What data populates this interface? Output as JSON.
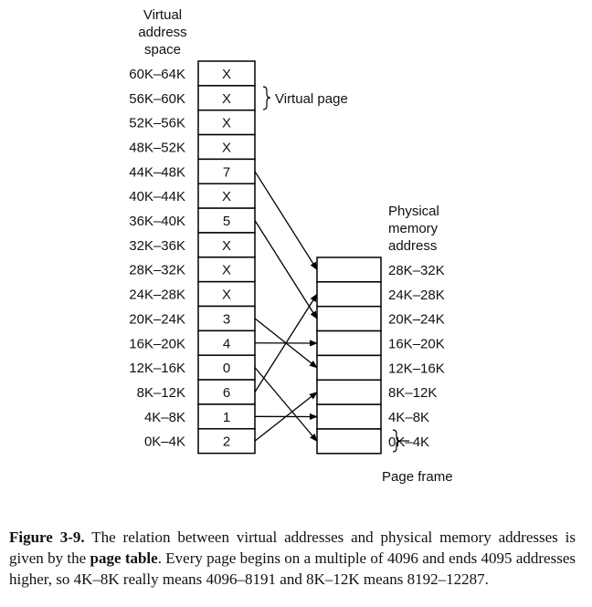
{
  "virtual_heading": [
    "Virtual",
    "address",
    "space"
  ],
  "physical_heading": [
    "Physical",
    "memory",
    "address"
  ],
  "virtual_rows": [
    {
      "range": "60K–64K",
      "entry": "X"
    },
    {
      "range": "56K–60K",
      "entry": "X"
    },
    {
      "range": "52K–56K",
      "entry": "X"
    },
    {
      "range": "48K–52K",
      "entry": "X"
    },
    {
      "range": "44K–48K",
      "entry": "7"
    },
    {
      "range": "40K–44K",
      "entry": "X"
    },
    {
      "range": "36K–40K",
      "entry": "5"
    },
    {
      "range": "32K–36K",
      "entry": "X"
    },
    {
      "range": "28K–32K",
      "entry": "X"
    },
    {
      "range": "24K–28K",
      "entry": "X"
    },
    {
      "range": "20K–24K",
      "entry": "3"
    },
    {
      "range": "16K–20K",
      "entry": "4"
    },
    {
      "range": "12K–16K",
      "entry": "0"
    },
    {
      "range": "8K–12K",
      "entry": "6"
    },
    {
      "range": "4K–8K",
      "entry": "1"
    },
    {
      "range": "0K–4K",
      "entry": "2"
    }
  ],
  "physical_rows": [
    "28K–32K",
    "24K–28K",
    "20K–24K",
    "16K–20K",
    "12K–16K",
    "8K–12K",
    "4K–8K",
    "0K–4K"
  ],
  "virtual_page_label": "Virtual page",
  "page_frame_label": "Page frame",
  "caption": {
    "figure_label": "Figure 3-9.",
    "text_before": "The relation between virtual addresses and physical memory addresses is given by the",
    "bold_term": "page table",
    "text_after": ". Every page begins on a multiple of 4096 and ends 4095 addresses higher, so 4K–8K really means 4096–8191 and 8K–12K means 8192–12287."
  }
}
